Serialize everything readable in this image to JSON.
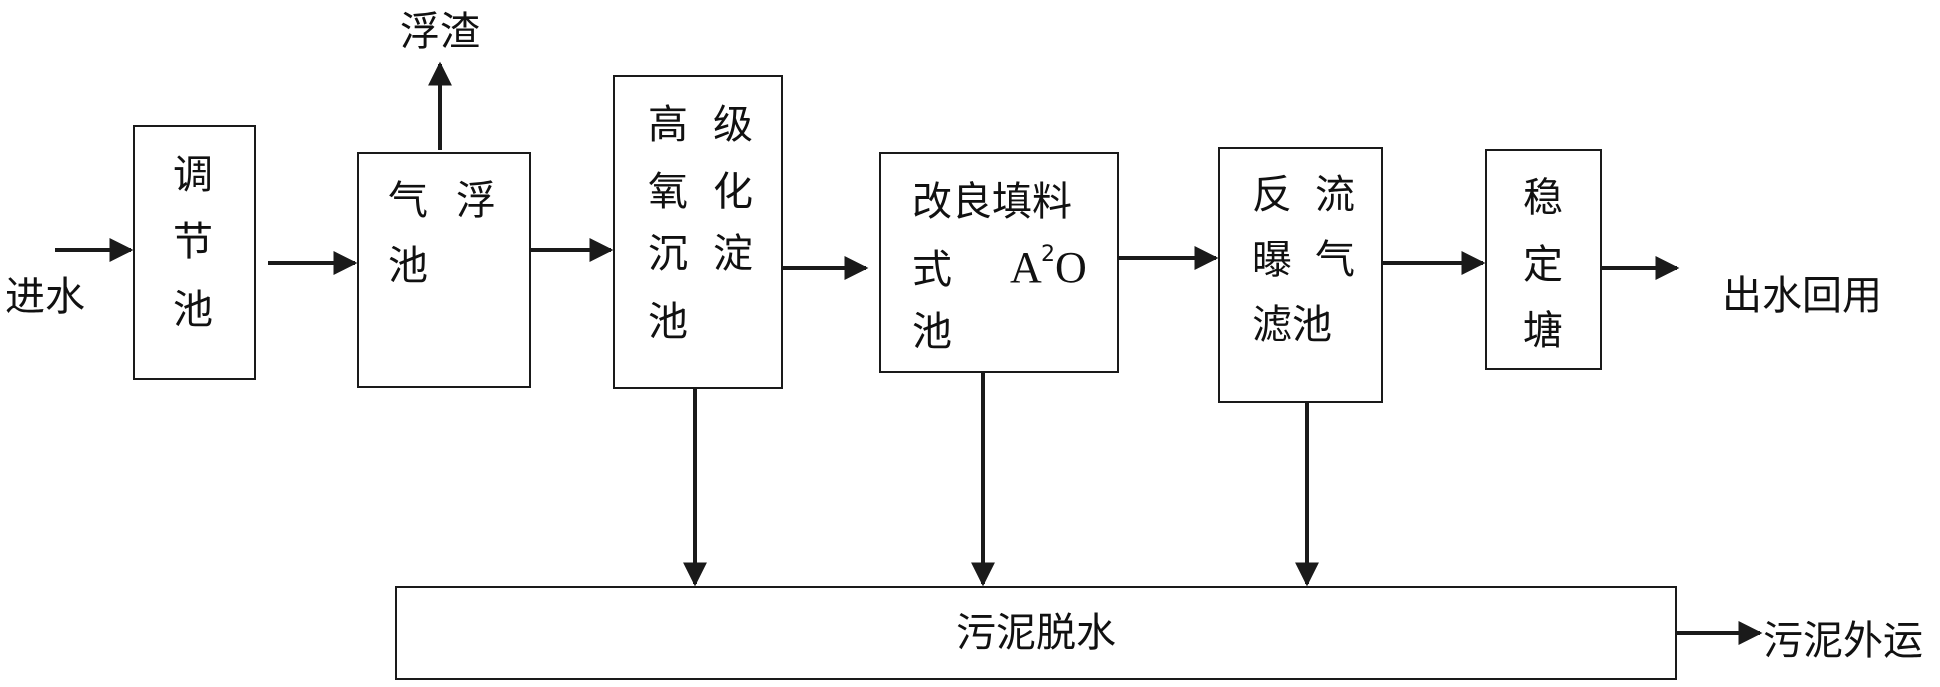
{
  "input_label": "进水",
  "scum_label": "浮渣",
  "output_label": "出水回用",
  "sludge_out_label": "污泥外运",
  "units": {
    "regulating_tank": [
      "调",
      "节",
      "池"
    ],
    "air_flotation": {
      "c1": "气",
      "c2": "浮",
      "c3": "池"
    },
    "advanced_oxidation": [
      "高",
      "级",
      "氧",
      "化",
      "沉",
      "淀",
      "池"
    ],
    "a2o": {
      "line1": "改良填料",
      "line2_a": "式",
      "line2_b": "A",
      "line2_sup": "2",
      "line2_c": "O",
      "line3": "池"
    },
    "baf": [
      "反",
      "流",
      "曝",
      "气",
      "滤池"
    ],
    "stabilization_pond": [
      "稳",
      "定",
      "塘"
    ],
    "sludge_dewatering": "污泥脱水"
  }
}
